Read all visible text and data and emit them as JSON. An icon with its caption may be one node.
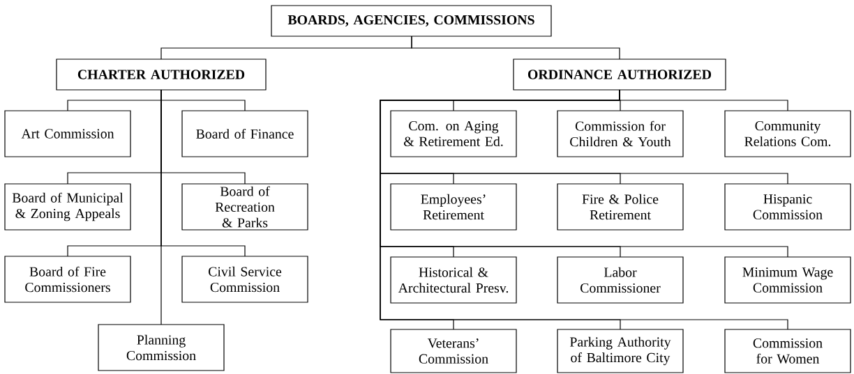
{
  "diagram": {
    "nodes": [
      {
        "text": [
          "BOARDS, AGENCIES, COMMISSIONS"
        ]
      },
      {
        "text": [
          "CHARTER AUTHORIZED"
        ]
      },
      {
        "text": [
          "ORDINANCE AUTHORIZED"
        ]
      },
      {
        "text": [
          "Art Commission"
        ]
      },
      {
        "text": [
          "Board of Finance"
        ]
      },
      {
        "text": [
          "Board of Municipal & Zoning Appeals"
        ]
      },
      {
        "text": [
          "Board of Recreation & Parks"
        ]
      },
      {
        "text": [
          "Board of Fire Commissioners"
        ]
      },
      {
        "text": [
          "Civil Service Commission"
        ]
      },
      {
        "text": [
          "Planning Commission"
        ]
      },
      {
        "text": [
          "Com. on Aging & Retirement Ed."
        ]
      },
      {
        "text": [
          "Commission for Children & Youth"
        ]
      },
      {
        "text": [
          "Community Relations Com."
        ]
      },
      {
        "text": [
          "Employees’ Retirement"
        ]
      },
      {
        "text": [
          "Fire & Police Retirement"
        ]
      },
      {
        "text": [
          "Hispanic Commission"
        ]
      },
      {
        "text": [
          "Historical & Architectural Presv."
        ]
      },
      {
        "text": [
          "Labor Commissioner"
        ]
      },
      {
        "text": [
          "Minimum Wage Commission"
        ]
      },
      {
        "text": [
          "Veterans’ Commission"
        ]
      },
      {
        "text": [
          "Parking Authority of Baltimore City"
        ]
      },
      {
        "text": [
          "Commission for Women"
        ]
      }
    ],
    "edges": [
      {
        "from": 0,
        "to": 1,
        "arrow": "none"
      },
      {
        "from": 0,
        "to": 2,
        "arrow": "none"
      },
      {
        "from": 1,
        "to": 3,
        "arrow": "none"
      },
      {
        "from": 1,
        "to": 4,
        "arrow": "none"
      },
      {
        "from": 1,
        "to": 5,
        "arrow": "none"
      },
      {
        "from": 1,
        "to": 6,
        "arrow": "none"
      },
      {
        "from": 1,
        "to": 7,
        "arrow": "none"
      },
      {
        "from": 1,
        "to": 8,
        "arrow": "none"
      },
      {
        "from": 1,
        "to": 9,
        "arrow": "none"
      },
      {
        "from": 2,
        "to": 10,
        "arrow": "none"
      },
      {
        "from": 2,
        "to": 11,
        "arrow": "none"
      },
      {
        "from": 2,
        "to": 12,
        "arrow": "none"
      },
      {
        "from": 2,
        "to": 13,
        "arrow": "none"
      },
      {
        "from": 2,
        "to": 14,
        "arrow": "none"
      },
      {
        "from": 2,
        "to": 15,
        "arrow": "none"
      },
      {
        "from": 2,
        "to": 16,
        "arrow": "none"
      },
      {
        "from": 2,
        "to": 17,
        "arrow": "none"
      },
      {
        "from": 2,
        "to": 18,
        "arrow": "none"
      },
      {
        "from": 2,
        "to": 19,
        "arrow": "none"
      },
      {
        "from": 2,
        "to": 20,
        "arrow": "none"
      },
      {
        "from": 2,
        "to": 21,
        "arrow": "none"
      }
    ]
  }
}
